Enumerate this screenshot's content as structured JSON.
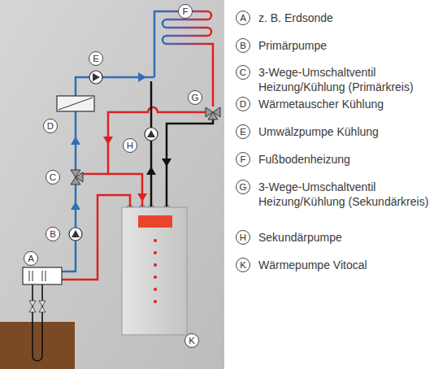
{
  "diagram": {
    "labels": [
      "F",
      "E",
      "G",
      "D",
      "H",
      "C",
      "B",
      "A",
      "K",
      "A",
      "z. B. Erdsonde",
      "B",
      "Primärpumpe",
      "C",
      "3-Wege-Umschaltventil Heizung/Kühlung (Primärkreis)",
      "D",
      "Wärmetauscher Kühlung",
      "E",
      "Umwälzpumpe Kühlung",
      "F",
      "Fußbodenheizung",
      "G",
      "3-Wege-Umschaltventil Heizung/Kühlung (Sekundärkreis)",
      "H",
      "Sekundärpumpe",
      "K",
      "Wärmepumpe Vitocal"
    ]
  }
}
